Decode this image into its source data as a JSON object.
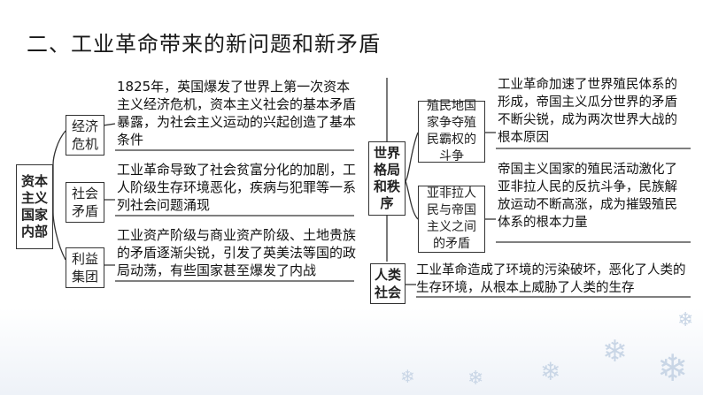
{
  "title": "二、工业革命带来的新问题和新矛盾",
  "left": {
    "root": "资本主义国家内部",
    "nodes": [
      {
        "label": "经济危机",
        "text": "1825年，英国爆发了世界上第一次资本主义经济危机，资本主义社会的基本矛盾暴露，为社会主义运动的兴起创造了基本条件"
      },
      {
        "label": "社会矛盾",
        "text": "工业革命导致了社会贫富分化的加剧，工人阶级生存环境恶化，疾病与犯罪等一系列社会问题涌现"
      },
      {
        "label": "利益集团",
        "text": "工业资产阶级与商业资产阶级、土地贵族的矛盾逐渐尖锐，引发了英美法等国的政局动荡，有些国家甚至爆发了内战"
      }
    ]
  },
  "right": {
    "root": "世界格局和秩序",
    "nodes": [
      {
        "label": "殖民地国家争夺殖民霸权的斗争",
        "text": "工业革命加速了世界殖民体系的形成，帝国主义瓜分世界的矛盾不断尖锐，成为两次世界大战的根本原因"
      },
      {
        "label": "亚非拉人民与帝国主义之间的矛盾",
        "text": "帝国主义国家的殖民活动激化了亚非拉人民的反抗斗争，民族解放运动不断高涨，成为摧毁殖民体系的根本力量"
      }
    ]
  },
  "bottom": {
    "root": "人类社会",
    "text": "工业革命造成了环境的污染破坏，恶化了人类的生存环境，从根本上威胁了人类的生存"
  }
}
